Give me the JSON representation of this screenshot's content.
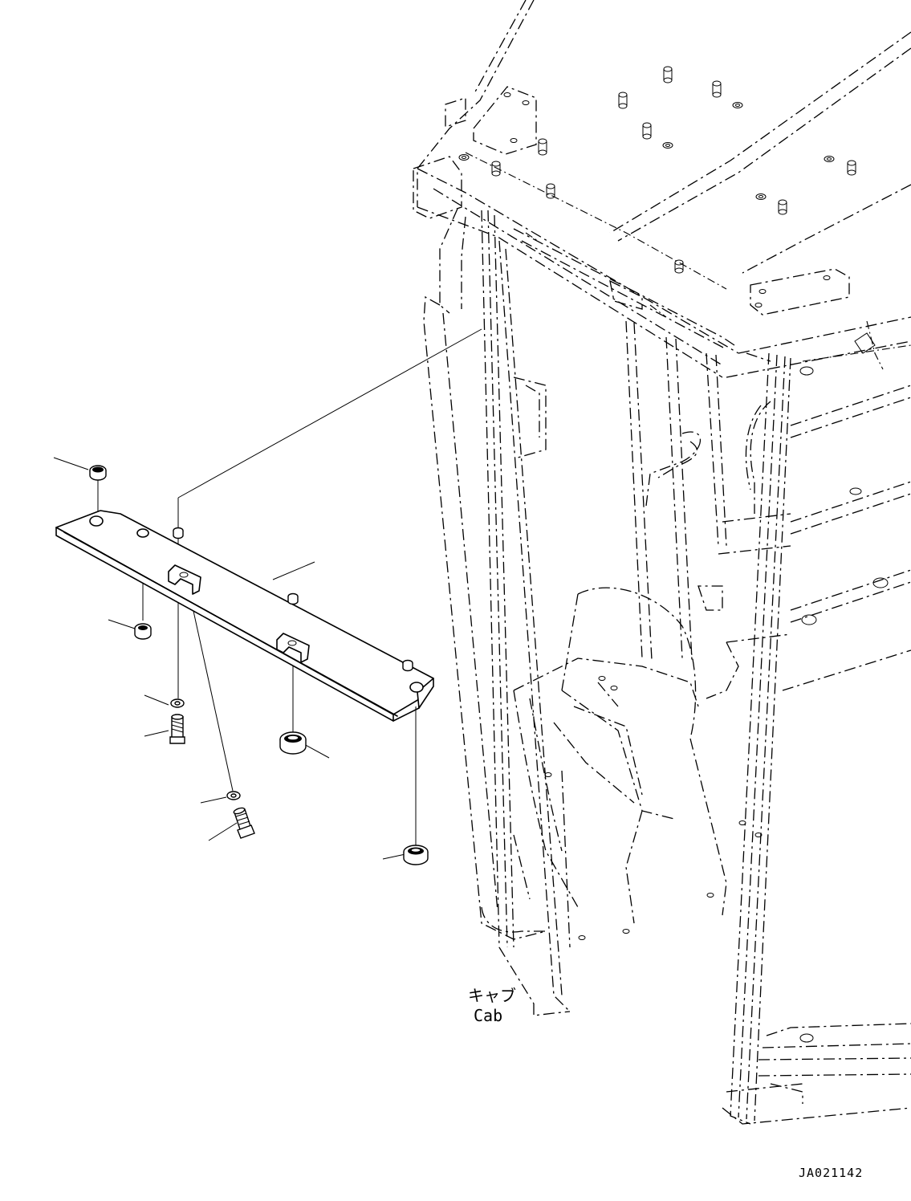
{
  "labels": {
    "cab_jp": "キャブ",
    "cab_en": "Cab"
  },
  "drawing_code": "JA021142"
}
